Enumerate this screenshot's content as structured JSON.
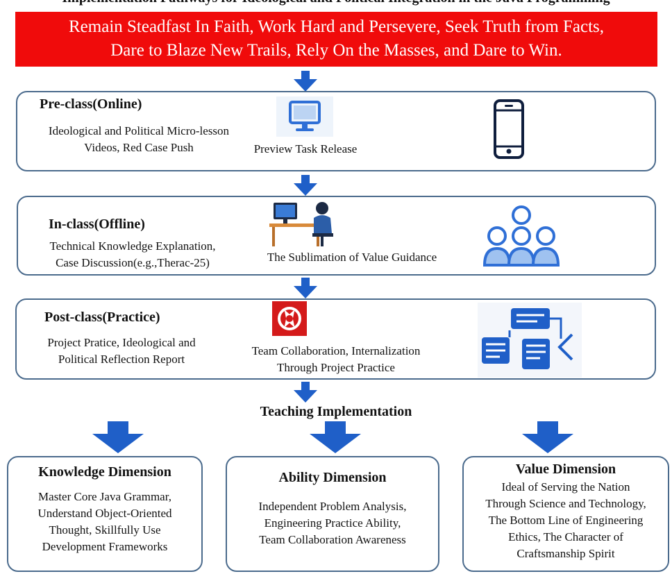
{
  "clipped_heading": "Implementation Pathways for Ideological and Political Integration in the Java Programming",
  "banner": {
    "line1": "Remain Steadfast In Faith, Work Hard and Persevere, Seek Truth from Facts,",
    "line2": "Dare to Blaze New Trails, Rely On the Masses, and Dare to Win."
  },
  "stages": {
    "pre": {
      "title": "Pre-class(Online)",
      "desc1": "Ideological and Political Micro-lesson",
      "desc2": "Videos, Red Case Push",
      "mid": "Preview Task Release",
      "icon_left": "monitor-icon",
      "icon_right": "smartphone-icon"
    },
    "in": {
      "title": "In-class(Offline)",
      "desc1": "Technical Knowledge Explanation,",
      "desc2": "Case Discussion(e.g.,Therac-25)",
      "mid": "The Sublimation of  Value Guidance",
      "icon_left": "person-at-desk-icon",
      "icon_right": "group-people-icon"
    },
    "post": {
      "title": "Post-class(Practice)",
      "desc1": "Project Pratice, Ideological and",
      "desc2": "Political Reflection Report",
      "mid1": "Team Collaboration, Internalization",
      "mid2": "Through Project Practice",
      "icon_left": "red-logo-icon",
      "icon_right": "workflow-documents-icon"
    }
  },
  "implementation_label": "Teaching Implementation",
  "dimensions": {
    "knowledge": {
      "title": "Knowledge Dimension",
      "lines": [
        "Master Core Java Grammar,",
        "Understand Object-Oriented",
        "Thought, Skillfully Use",
        "Development Frameworks"
      ]
    },
    "ability": {
      "title": "Ability Dimension",
      "lines": [
        "Independent Problem Analysis,",
        "Engineering Practice Ability,",
        "Team Collaboration Awareness"
      ]
    },
    "value": {
      "title": "Value Dimension",
      "lines": [
        "Ideal of Serving the Nation",
        "Through Science and Technology,",
        "The Bottom Line of Engineering",
        "Ethics, The Character of",
        "Craftsmanship Spirit"
      ]
    }
  },
  "colors": {
    "banner": "#f00b0b",
    "arrow": "#1f5fc8",
    "border": "#4a6a8c",
    "icon_blue": "#2f6fd6"
  }
}
